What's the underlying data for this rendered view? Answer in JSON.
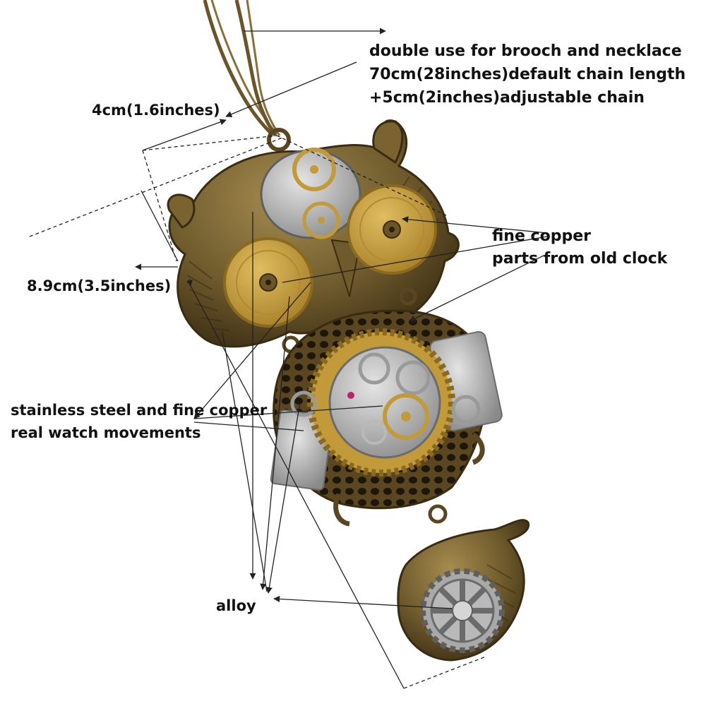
{
  "image": {
    "subject": "steampunk-owl-pendant-necklace",
    "colors": {
      "background": "#ffffff",
      "bronze_dark": "#4a3a1c",
      "bronze": "#7a6331",
      "bronze_light": "#a58b4f",
      "brass_gear": "#c39a3a",
      "brass_gear_light": "#d8b456",
      "steel": "#b9b9b9",
      "steel_dark": "#8a8a8a",
      "jewel": "#c0206a",
      "leader_line": "#222222"
    }
  },
  "annotations": {
    "description_lines": [
      "double use for brooch and necklace",
      "70cm(28inches)default chain length",
      "+5cm(2inches)adjustable chain"
    ],
    "width_dimension": "4cm(1.6inches)",
    "height_dimension": "8.9cm(3.5inches)",
    "copper_lines": [
      "fine copper",
      "parts from old clock"
    ],
    "steel_lines": [
      "stainless steel and fine copper",
      "real watch movements"
    ],
    "alloy": "alloy"
  }
}
